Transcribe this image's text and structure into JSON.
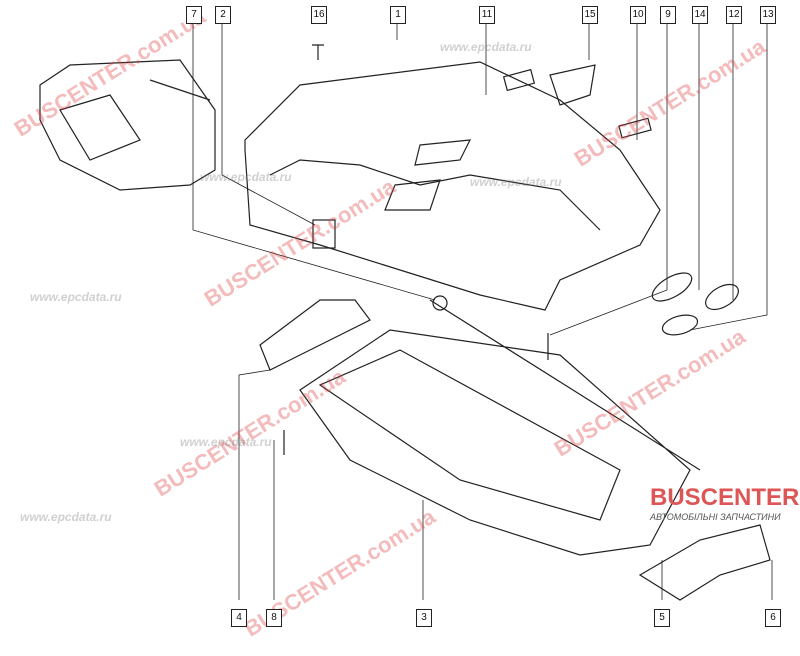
{
  "callouts_top": [
    "7",
    "2",
    "16",
    "1",
    "11",
    "15",
    "10",
    "9",
    "14",
    "12",
    "13"
  ],
  "callouts_bottom": [
    "4",
    "8",
    "3",
    "5",
    "6"
  ],
  "watermarks": {
    "red": "BUSCENTER.com.ua",
    "grey": "www.epcdata.ru"
  },
  "logo": {
    "name": "BUSCENTER",
    "tagline": "АВТОМОБІЛЬНІ ЗАПЧАСТИНИ"
  }
}
